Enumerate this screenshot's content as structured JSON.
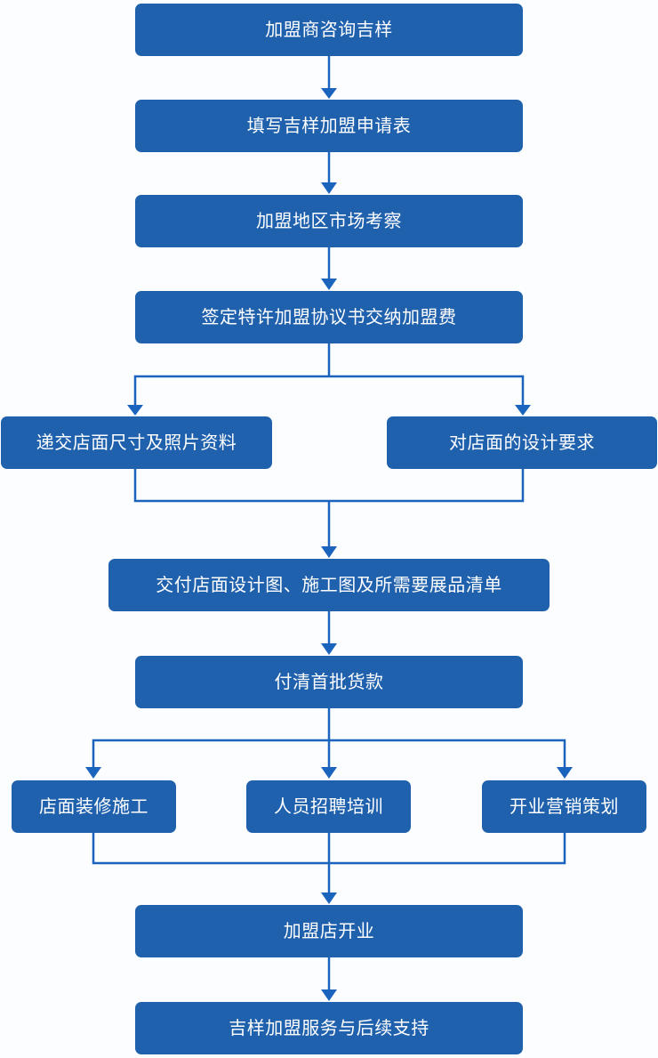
{
  "diagram": {
    "type": "flowchart",
    "colors": {
      "box_fill": "#2061ae",
      "line": "#1b64bd",
      "text": "#ffffff",
      "background": "#fcfdfe"
    },
    "nodes": {
      "consult": "加盟商咨询吉样",
      "apply": "填写吉样加盟申请表",
      "survey": "加盟地区市场考察",
      "sign": "签定特许加盟协议书交纳加盟费",
      "submit_info": "递交店面尺寸及照片资料",
      "design_req": "对店面的设计要求",
      "deliver_design": "交付店面设计图、施工图及所需要展品清单",
      "pay": "付清首批货款",
      "decorate": "店面装修施工",
      "recruit": "人员招聘培训",
      "marketing": "开业营销策划",
      "opening": "加盟店开业",
      "support": "吉样加盟服务与后续支持"
    }
  }
}
